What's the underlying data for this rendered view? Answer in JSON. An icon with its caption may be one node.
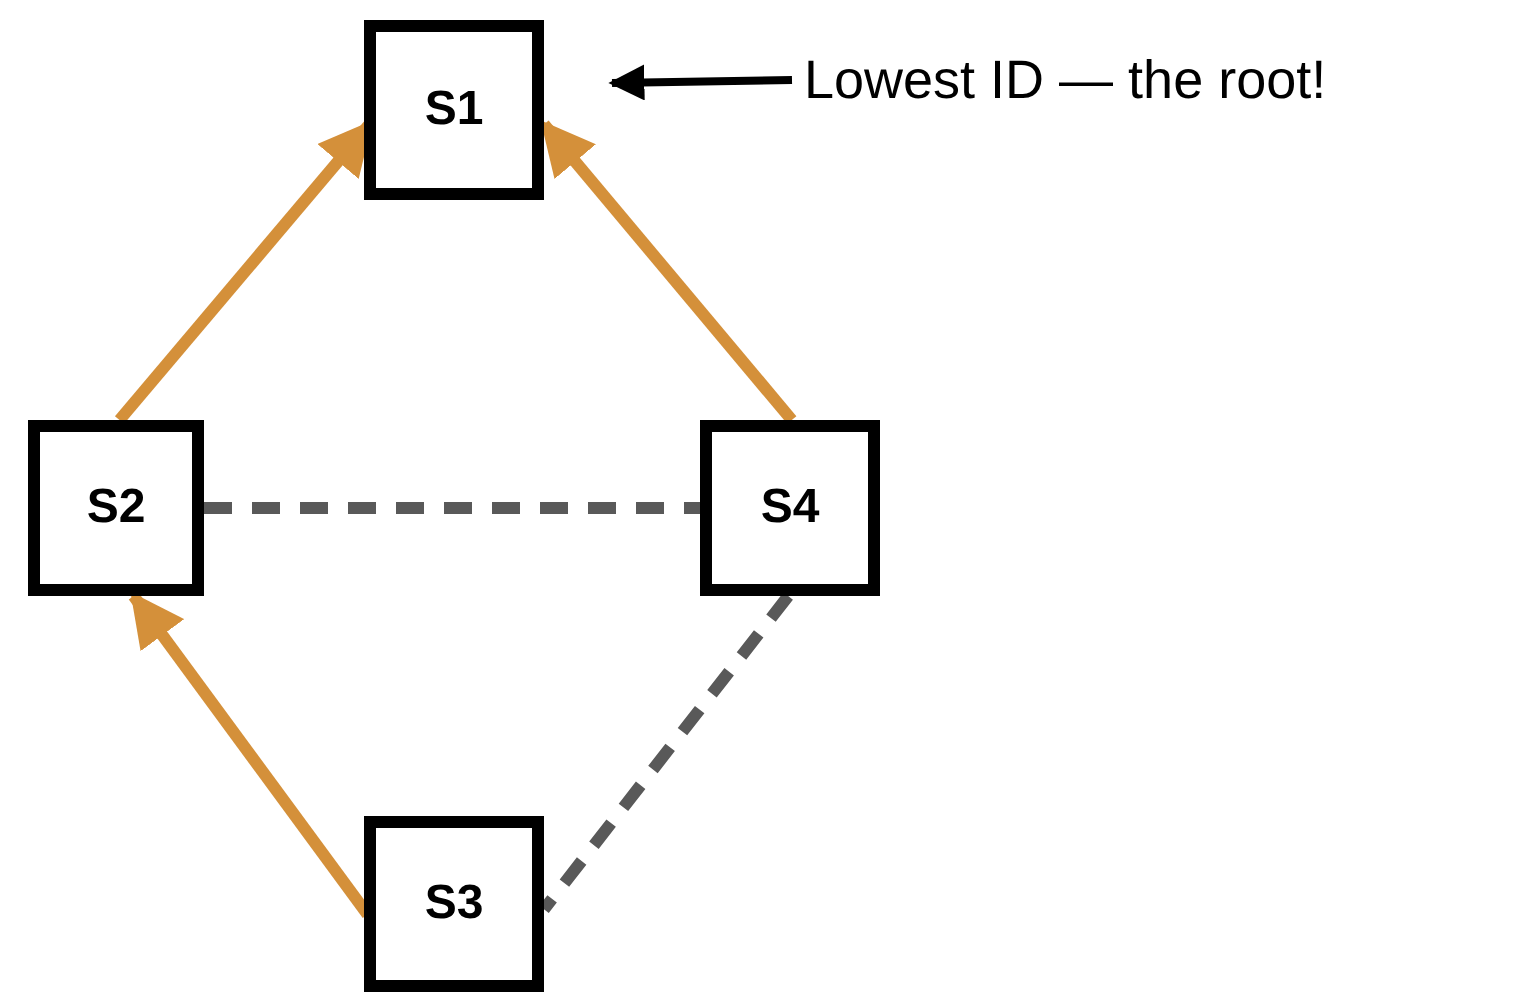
{
  "diagram": {
    "nodes": [
      {
        "text": [
          "S1"
        ]
      },
      {
        "text": [
          "S2"
        ]
      },
      {
        "text": [
          "S4"
        ]
      },
      {
        "text": [
          "S3"
        ]
      },
      {
        "text": [
          "Lowest ID — the root!"
        ]
      }
    ],
    "edges": [
      {
        "from": 1,
        "to": 0,
        "arrow": "to"
      },
      {
        "from": 2,
        "to": 0,
        "arrow": "to"
      },
      {
        "from": 1,
        "to": 2,
        "arrow": "none",
        "style": "dashed",
        "color": "#595959"
      },
      {
        "from": 3,
        "to": 1,
        "arrow": "to"
      },
      {
        "from": 2,
        "to": 3,
        "arrow": "none",
        "style": "dashed",
        "color": "#595959"
      },
      {
        "from": 4,
        "to": 0,
        "arrow": "to",
        "color": "#000000"
      }
    ]
  }
}
